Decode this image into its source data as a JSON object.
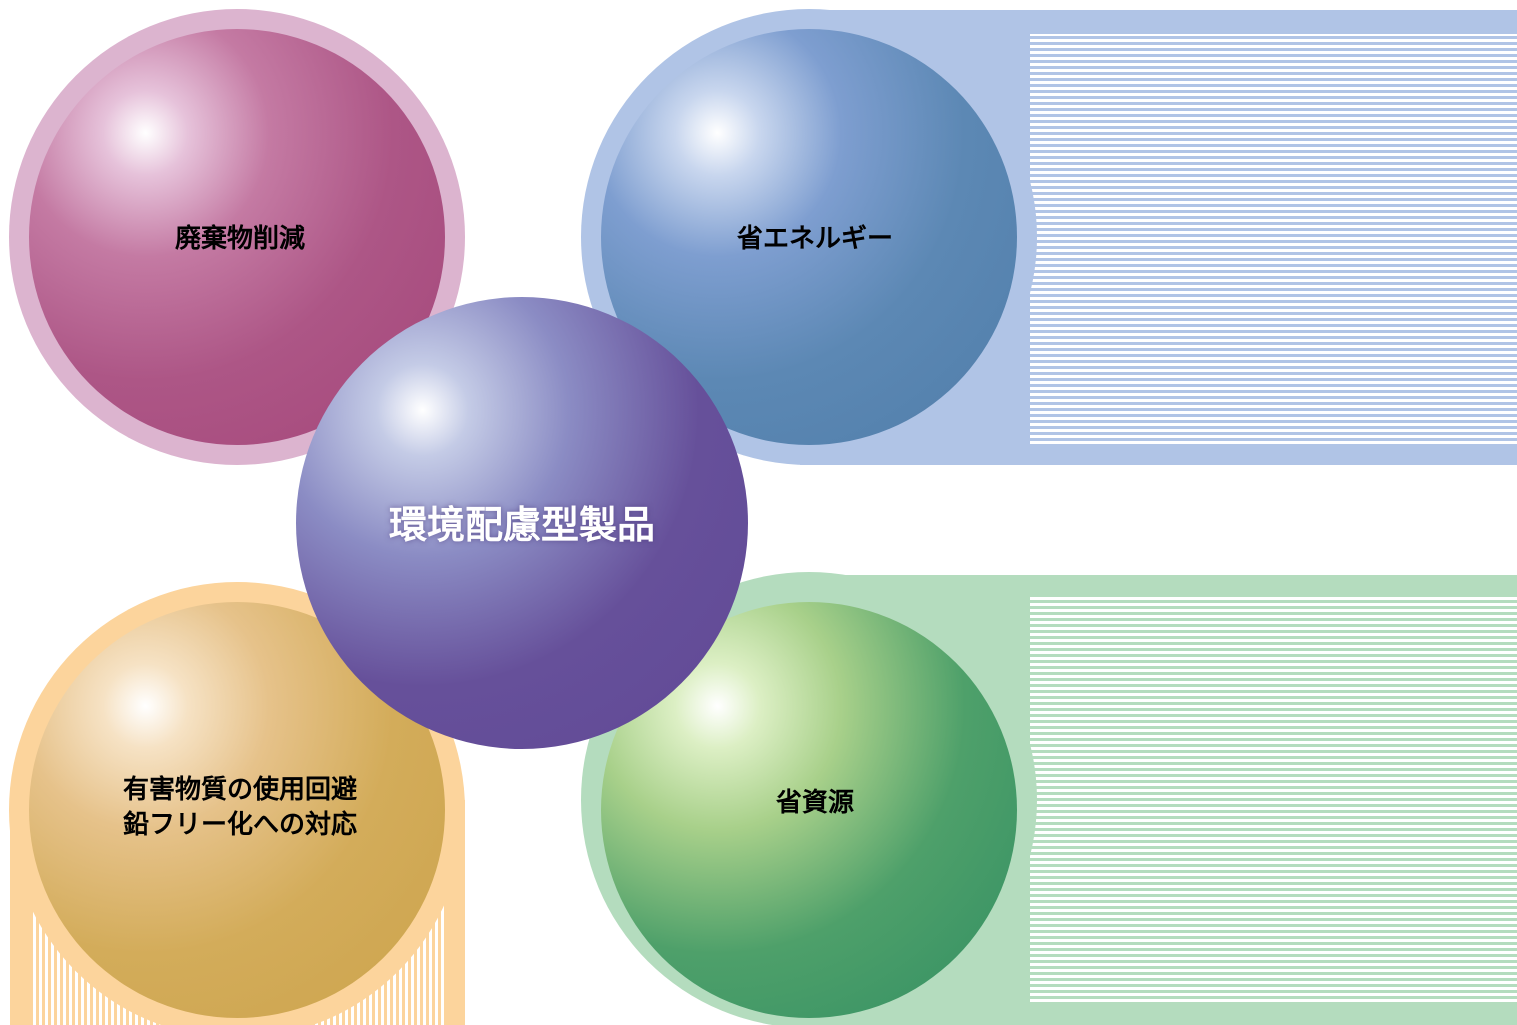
{
  "diagram": {
    "center": {
      "label": "環境配慮型製品",
      "color": "#67509a"
    },
    "nodes": [
      {
        "id": "waste",
        "label": "廃棄物削減",
        "color": "#b05a87",
        "ring_color": "#dcb4cf"
      },
      {
        "id": "energy",
        "label": "省エネルギー",
        "color": "#5f8ab6",
        "ring_color": "#b0c4e6"
      },
      {
        "id": "resources",
        "label": "省資源",
        "color": "#44a06a",
        "ring_color": "#b4dcbe"
      },
      {
        "id": "hazardous",
        "label_lines": [
          "有害物質の使用回避",
          "鉛フリー化への対応"
        ],
        "color": "#d4ae5a",
        "ring_color": "#fcd49c"
      }
    ]
  }
}
